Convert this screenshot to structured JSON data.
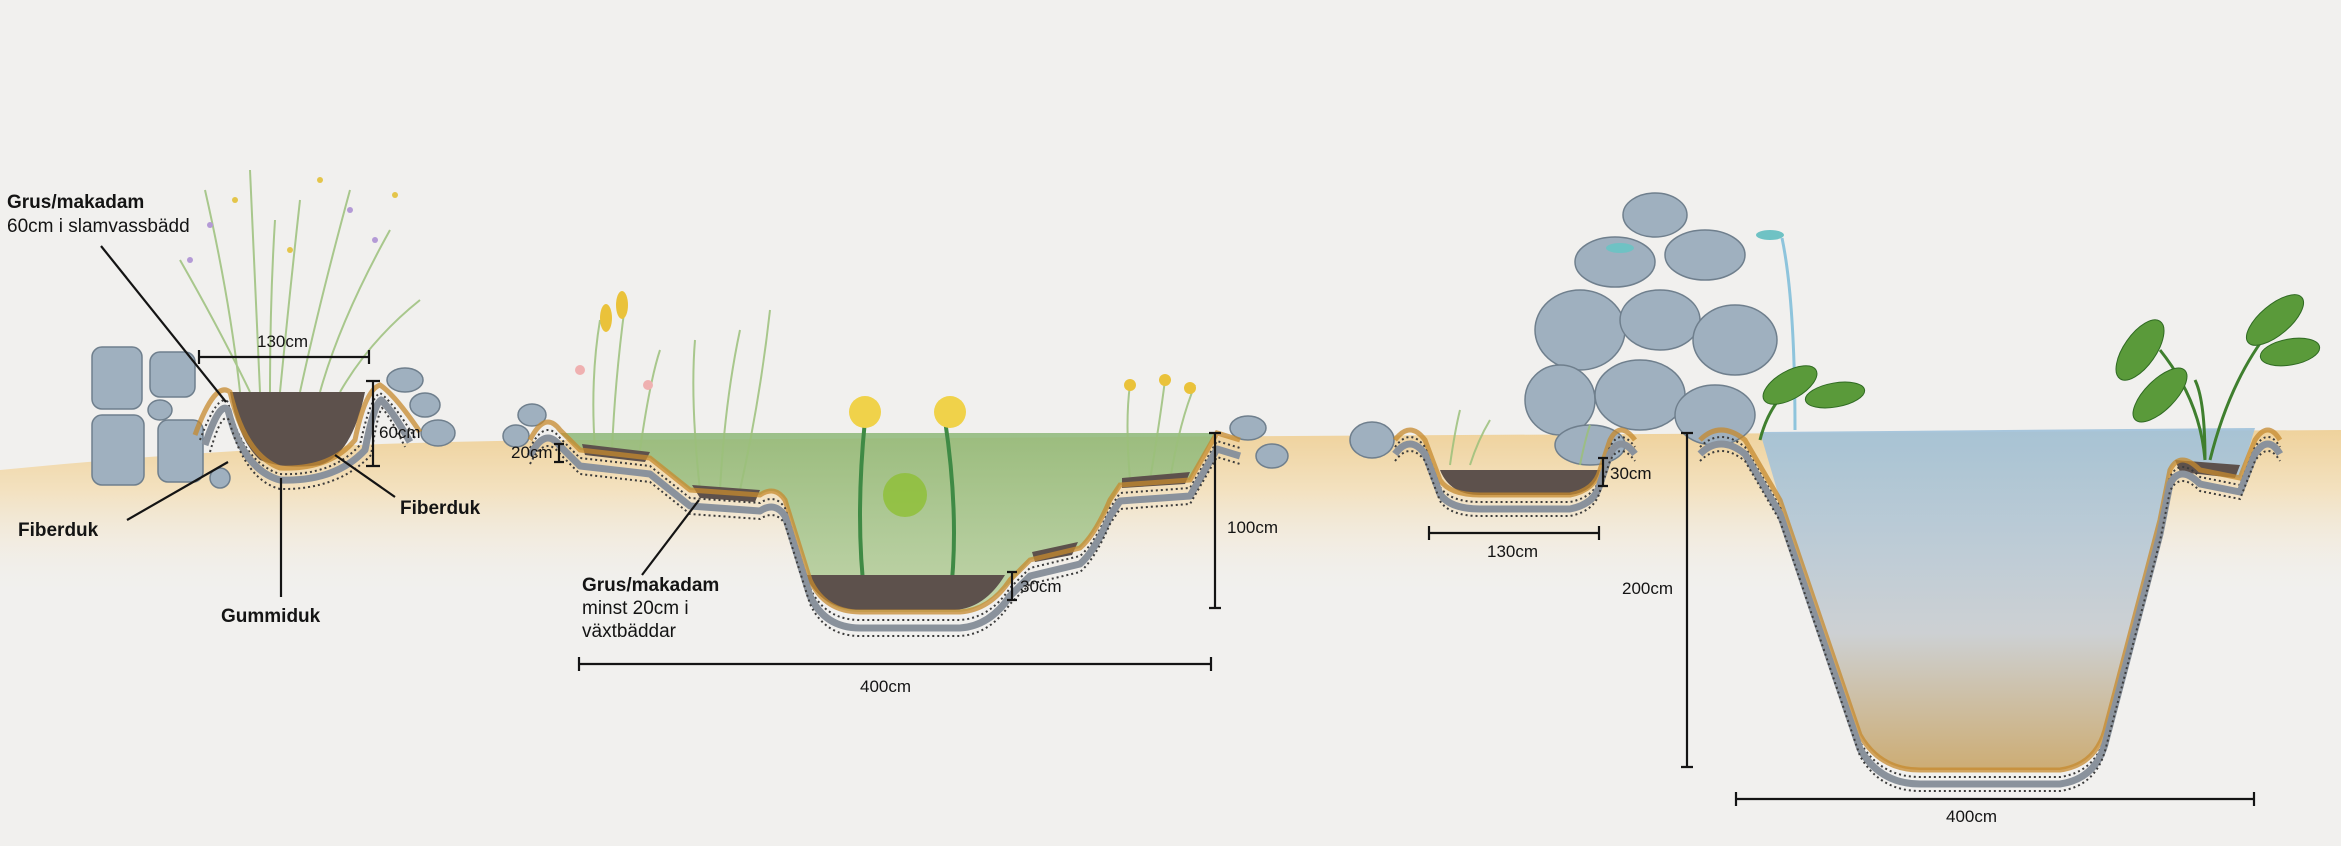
{
  "labels": {
    "left_gravel_title": "Grus/makadam",
    "left_gravel_desc": "60cm i slamvassbädd",
    "fiberduk_left": "Fiberduk",
    "fiberduk_right": "Fiberduk",
    "gummiduk": "Gummiduk",
    "mid_gravel_title": "Grus/makadam",
    "mid_gravel_desc_1": "minst 20cm i",
    "mid_gravel_desc_2": "växtbäddar"
  },
  "dimensions": {
    "left_width": "130cm",
    "left_depth": "60cm",
    "mid_shelf_depth": "20cm",
    "mid_bottom_gravel": "30cm",
    "mid_depth": "100cm",
    "mid_width": "400cm",
    "small_depth": "30cm",
    "small_width": "130cm",
    "big_depth": "200cm",
    "big_width": "400cm"
  },
  "colors": {
    "paper": "#f1f0ee",
    "sand": "#efd6a4",
    "soil": "#5d514c",
    "liner": "#8a929c",
    "pond_green": "#8fb886",
    "pond_blue": "#a9c6dc"
  }
}
